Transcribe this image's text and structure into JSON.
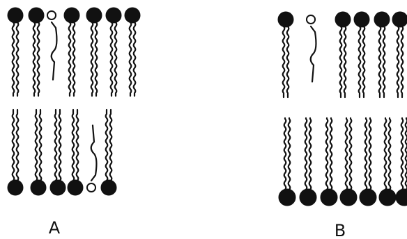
{
  "panels": [
    {
      "label": "A",
      "upper_leaflet": [
        {
          "head": "filled",
          "tail": "straight"
        },
        {
          "head": "filled",
          "tail": "straight"
        },
        {
          "head": "open",
          "tail": "kinked-short"
        },
        {
          "head": "filled",
          "tail": "straight"
        },
        {
          "head": "filled",
          "tail": "straight"
        },
        {
          "head": "filled",
          "tail": "straight"
        },
        {
          "head": "filled",
          "tail": "straight"
        }
      ],
      "lower_leaflet": [
        {
          "head": "filled",
          "tail": "straight"
        },
        {
          "head": "filled",
          "tail": "straight"
        },
        {
          "head": "filled",
          "tail": "straight"
        },
        {
          "head": "filled",
          "tail": "straight"
        },
        {
          "head": "open",
          "tail": "kinked-short"
        },
        {
          "head": "filled",
          "tail": "straight"
        }
      ]
    },
    {
      "label": "B",
      "upper_leaflet": [
        {
          "head": "filled",
          "tail": "straight"
        },
        {
          "head": "open",
          "tail": "kinked-short"
        },
        {
          "head": "filled",
          "tail": "straight"
        },
        {
          "head": "filled",
          "tail": "straight"
        },
        {
          "head": "filled",
          "tail": "straight"
        },
        {
          "head": "filled",
          "tail": "straight"
        }
      ],
      "lower_leaflet": [
        {
          "head": "filled",
          "tail": "straight"
        },
        {
          "head": "filled",
          "tail": "straight"
        },
        {
          "head": "filled",
          "tail": "straight"
        },
        {
          "head": "filled",
          "tail": "straight"
        },
        {
          "head": "filled",
          "tail": "straight"
        },
        {
          "head": "filled",
          "tail": "straight"
        },
        {
          "head": "filled",
          "tail": "straight"
        }
      ]
    }
  ],
  "colors": {
    "ink": "#111111",
    "background": "#ffffff"
  }
}
